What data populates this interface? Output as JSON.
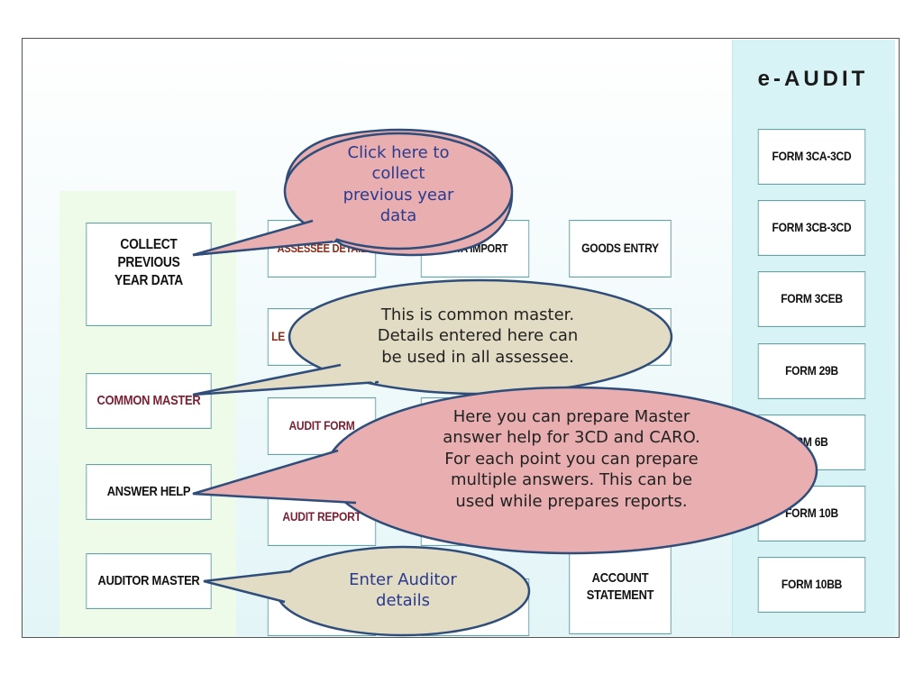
{
  "app_title": "e-AUDIT",
  "left_buttons": {
    "collect_prev": [
      "COLLECT",
      "PREVIOUS",
      "YEAR DATA"
    ],
    "common_master": "COMMON MASTER",
    "answer_help": "ANSWER HELP",
    "auditor_master": "AUDITOR MASTER"
  },
  "center_buttons": {
    "assessee_detail": "ASSESSEE DETAIL",
    "data_import": "DATA IMPORT",
    "goods_entry": "GOODS ENTRY",
    "ledger_partial": "LE",
    "audit_form": "AUDIT FORM",
    "audit_report": "AUDIT REPORT",
    "account_statement": [
      "ACCOUNT",
      "STATEMENT"
    ]
  },
  "right_buttons": {
    "form_3ca_3cd": "FORM 3CA-3CD",
    "form_3cb_3cd": "FORM 3CB-3CD",
    "form_3ceb": "FORM 3CEB",
    "form_29b": "FORM 29B",
    "form_6b_partial": "RM 6B",
    "form_10b_partial": "FORM 10B",
    "form_10bb": "FORM 10BB"
  },
  "callouts": {
    "collect": [
      "Click here to",
      "collect",
      "previous year",
      "data"
    ],
    "common_master": [
      "This is common master.",
      "Details entered  here can",
      "be used in all assessee."
    ],
    "answer_help": [
      "Here you can prepare Master",
      "answer help for 3CD and CARO.",
      "For each point you can prepare",
      "multiple answers. This can be",
      "used while prepares reports."
    ],
    "auditor": [
      "Enter Auditor",
      "details"
    ]
  },
  "colors": {
    "pink_bubble": "#e8aeb0",
    "tan_bubble": "#e3dcc4",
    "bubble_border": "#2f4d7a"
  }
}
